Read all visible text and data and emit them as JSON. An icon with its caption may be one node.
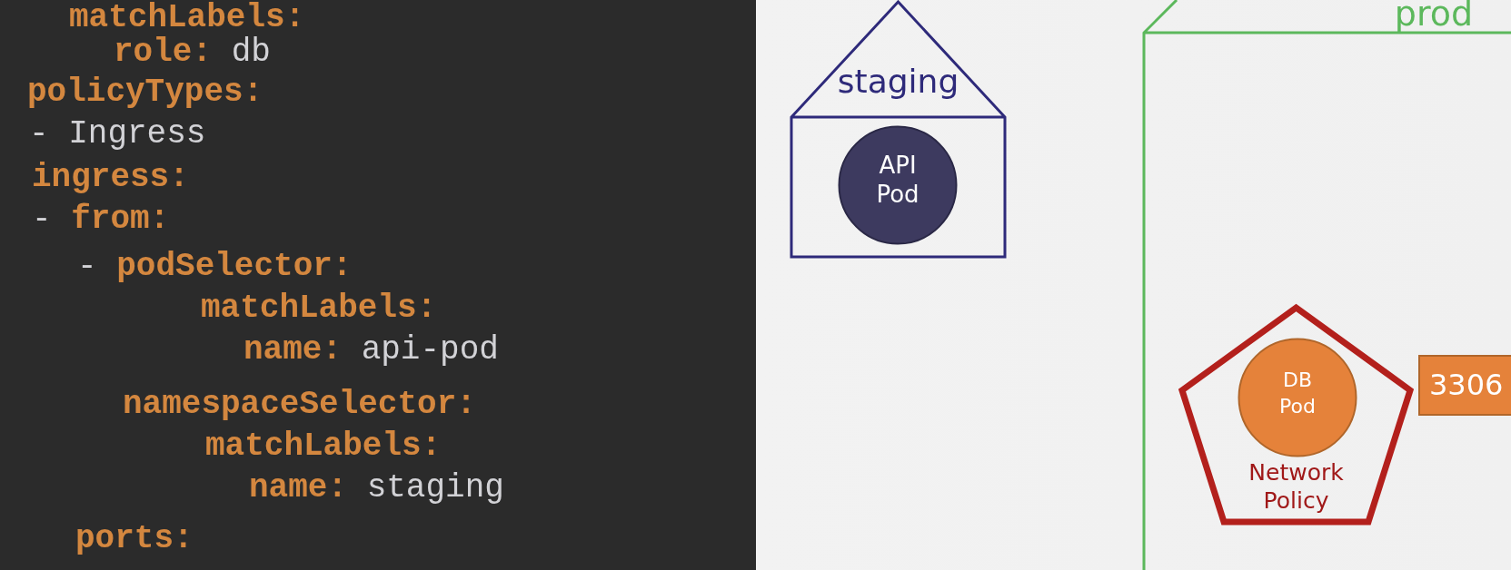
{
  "diagram": {
    "nodes": [
      {
        "text": [
          "staging"
        ]
      },
      {
        "text": [
          "API Pod"
        ],
        "in": 0
      },
      {
        "text": [
          "prod"
        ]
      },
      {
        "text": [
          "Network Policy"
        ],
        "in": 2
      },
      {
        "text": [
          "DB Pod"
        ],
        "in": 3
      },
      {
        "text": [
          "3306"
        ],
        "in": 2
      }
    ],
    "edges": [],
    "labels": [
      "matchLabels:",
      "**role:** db",
      "policyTypes:",
      "- Ingress",
      "ingress:",
      "- **from:**",
      "- **podSelector:**",
      "matchLabels:",
      "**name:** api-pod",
      "namespaceSelector:",
      "matchLabels:",
      "**name:** staging",
      "ports:"
    ]
  }
}
